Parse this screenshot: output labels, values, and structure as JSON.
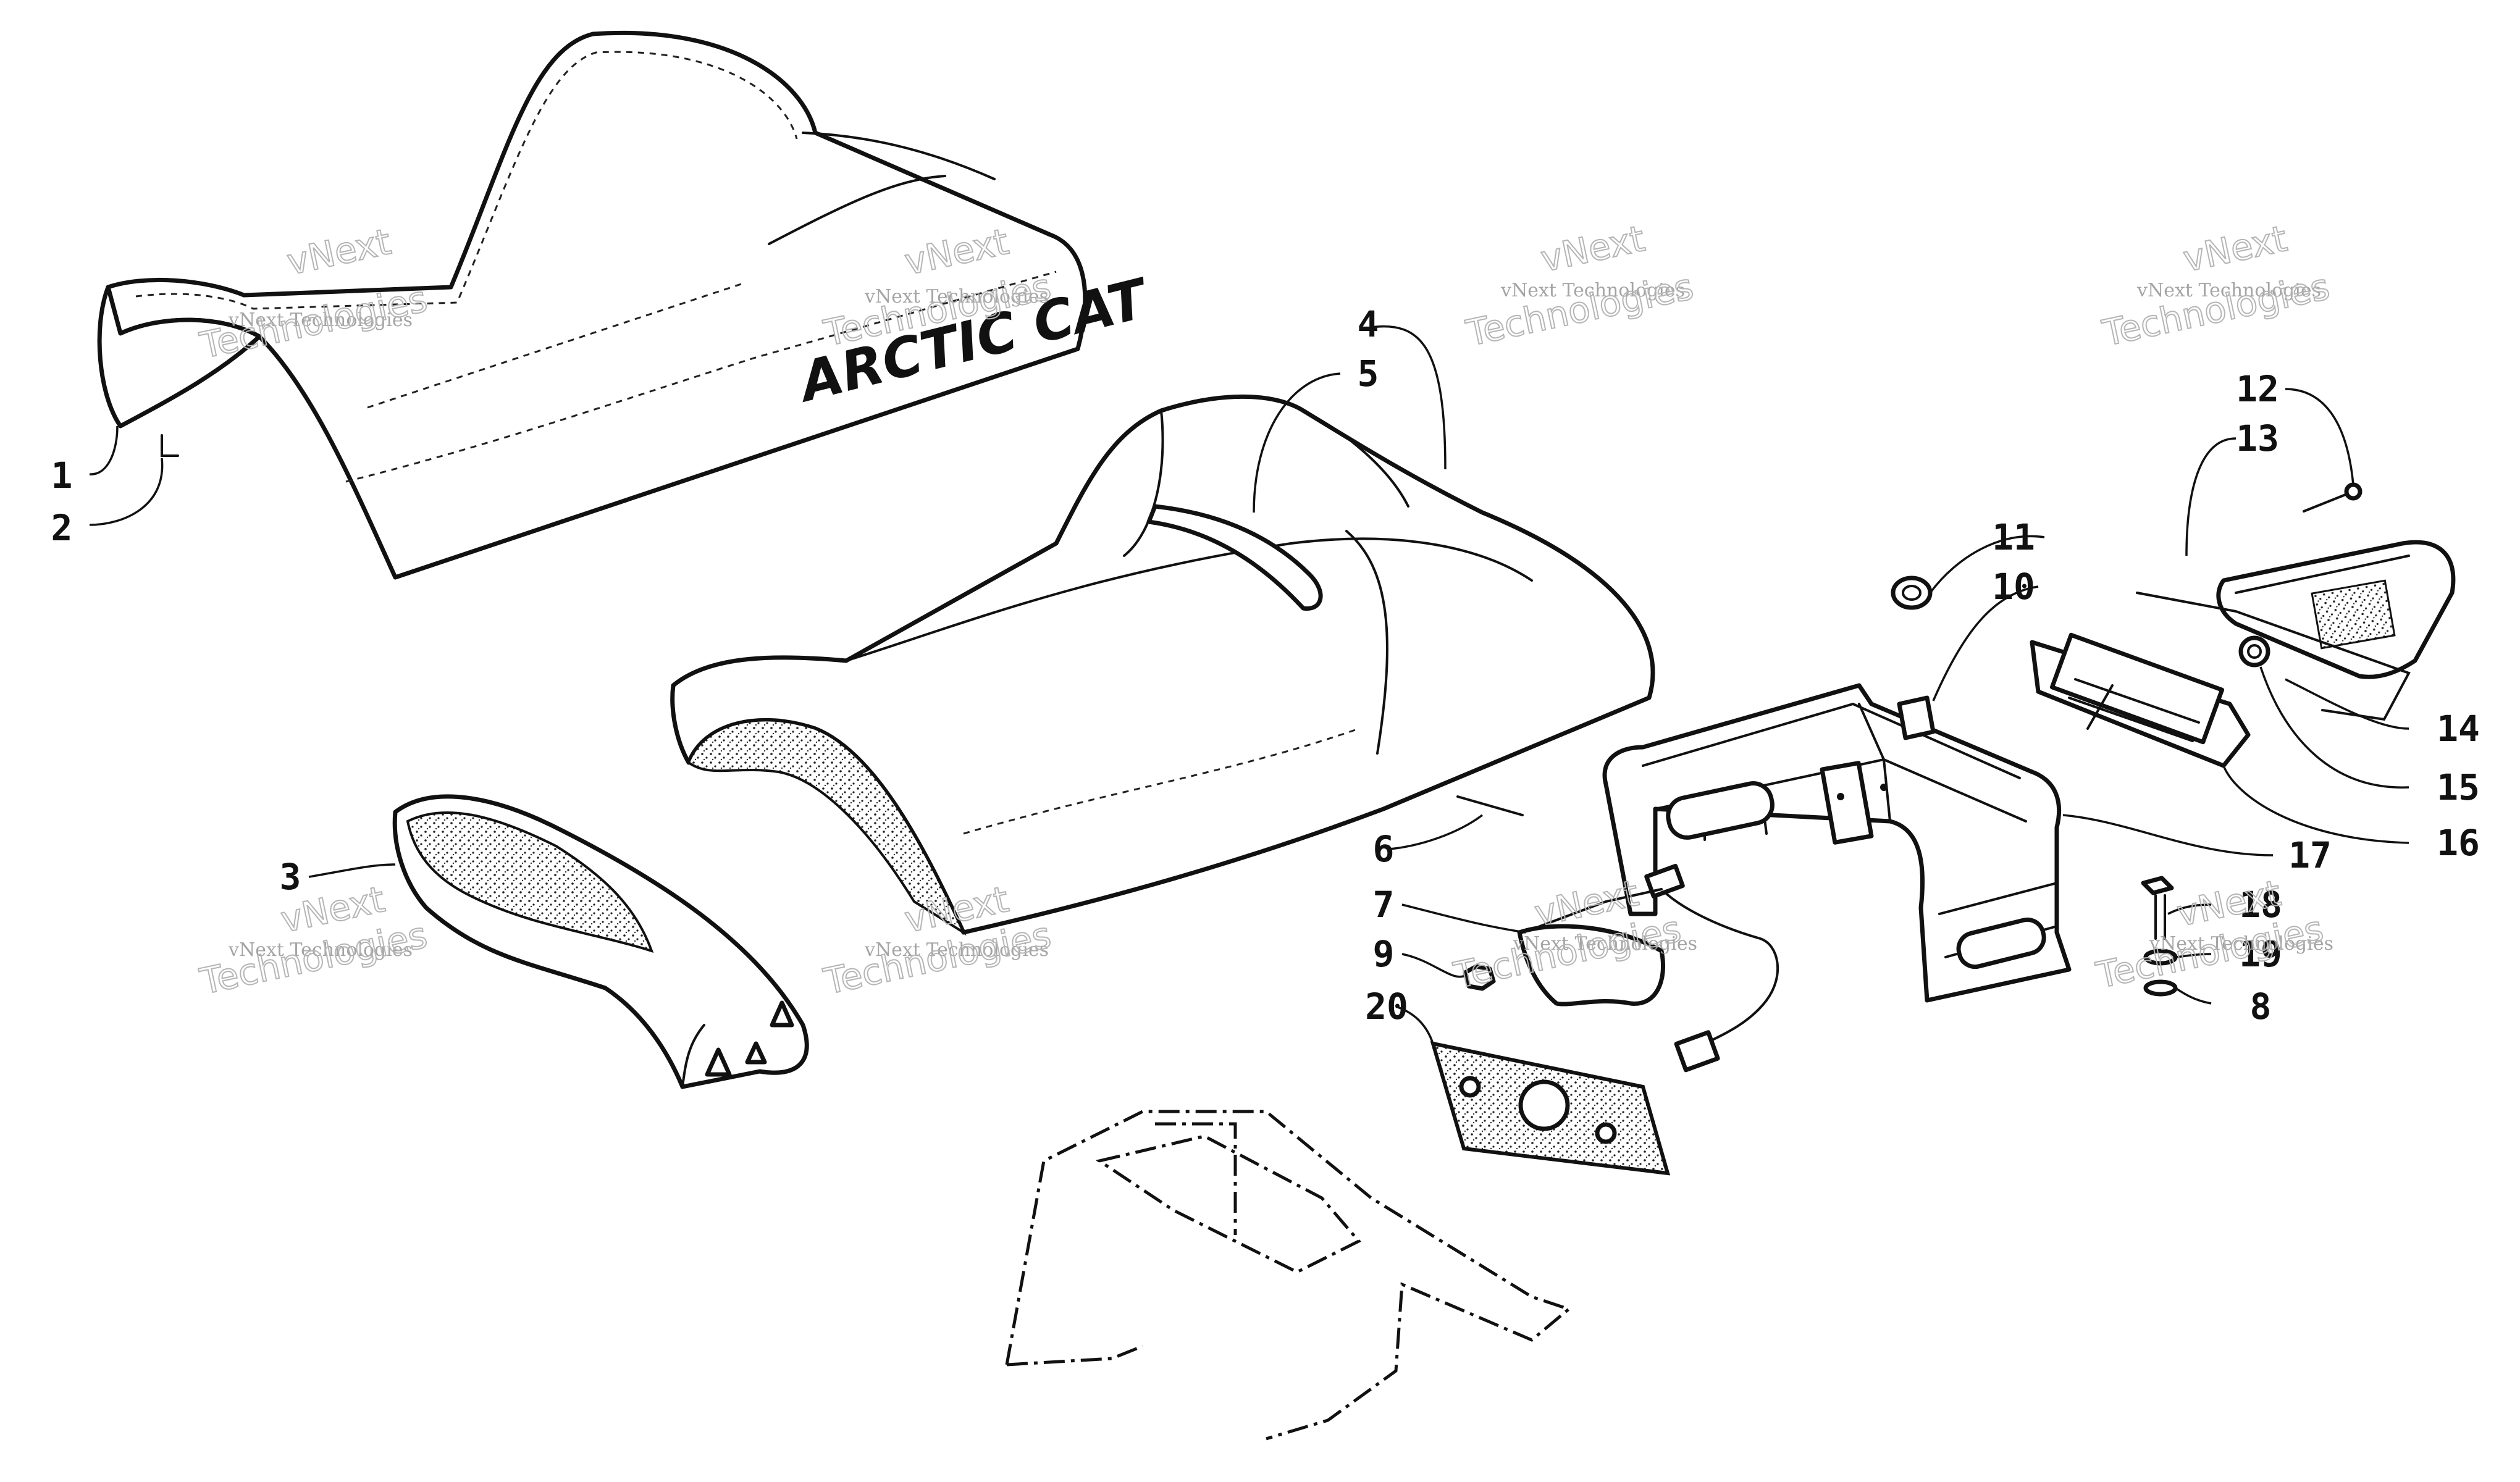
{
  "brand_text": "ARCTIC CAT",
  "callouts": [
    "1",
    "2",
    "3",
    "4",
    "5",
    "6",
    "7",
    "8",
    "9",
    "10",
    "11",
    "12",
    "13",
    "14",
    "15",
    "16",
    "17",
    "18",
    "19",
    "20"
  ],
  "watermark": {
    "line1": "vNext",
    "line2": "vNext Technologies",
    "line3": "Technologies"
  },
  "colors": {
    "ink": "#111111",
    "paper": "#ffffff",
    "watermark": "#b5b5b5"
  }
}
